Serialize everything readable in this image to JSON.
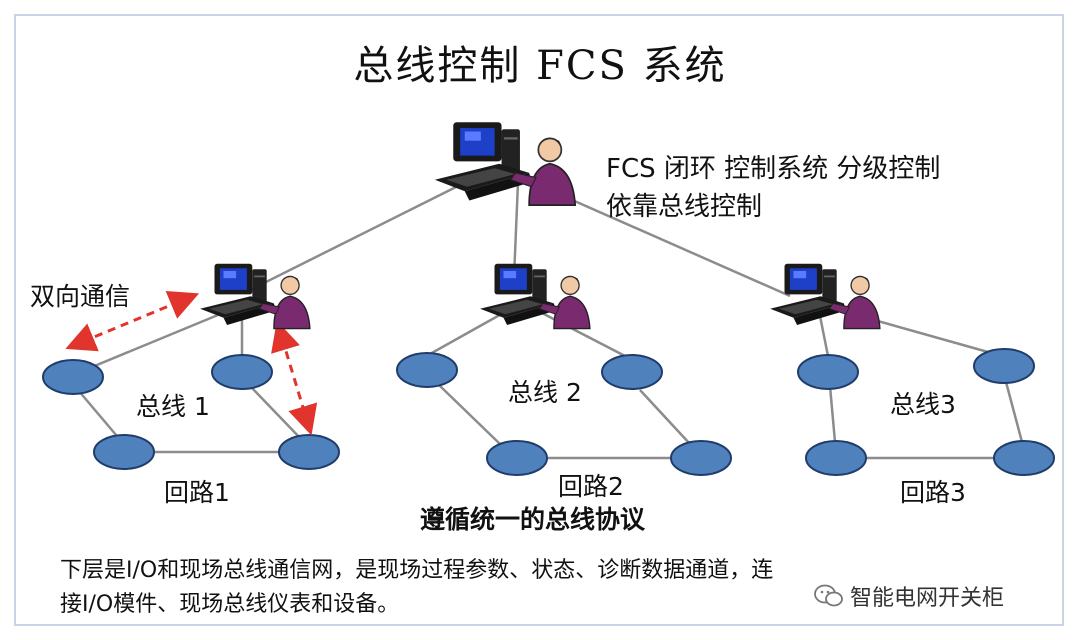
{
  "title": "总线控制 FCS 系统",
  "description": {
    "line1": "FCS  闭环  控制系统 分级控制",
    "line2": "依靠总线控制"
  },
  "annotation": "双向通信",
  "buses": [
    {
      "bus_label": "总线 1",
      "loop_label": "回路1"
    },
    {
      "bus_label": "总线 2",
      "loop_label": "回路2"
    },
    {
      "bus_label": "总线3",
      "loop_label": "回路3"
    }
  ],
  "protocol": "遵循统一的总线协议",
  "footer": {
    "line1": "下层是I/O和现场总线通信网，是现场过程参数、状态、诊断数据通道，连",
    "line2": "接I/O模件、现场总线仪表和设备。"
  },
  "watermark": "智能电网开关柜",
  "colors": {
    "node_fill": "#4f81bd",
    "node_stroke": "#1f3c6b",
    "link": "#8c8c8c",
    "arrow": "#e0342c",
    "frame": "#c9d3e6"
  },
  "icons": [
    "computer-operator-icon",
    "wechat-icon"
  ]
}
